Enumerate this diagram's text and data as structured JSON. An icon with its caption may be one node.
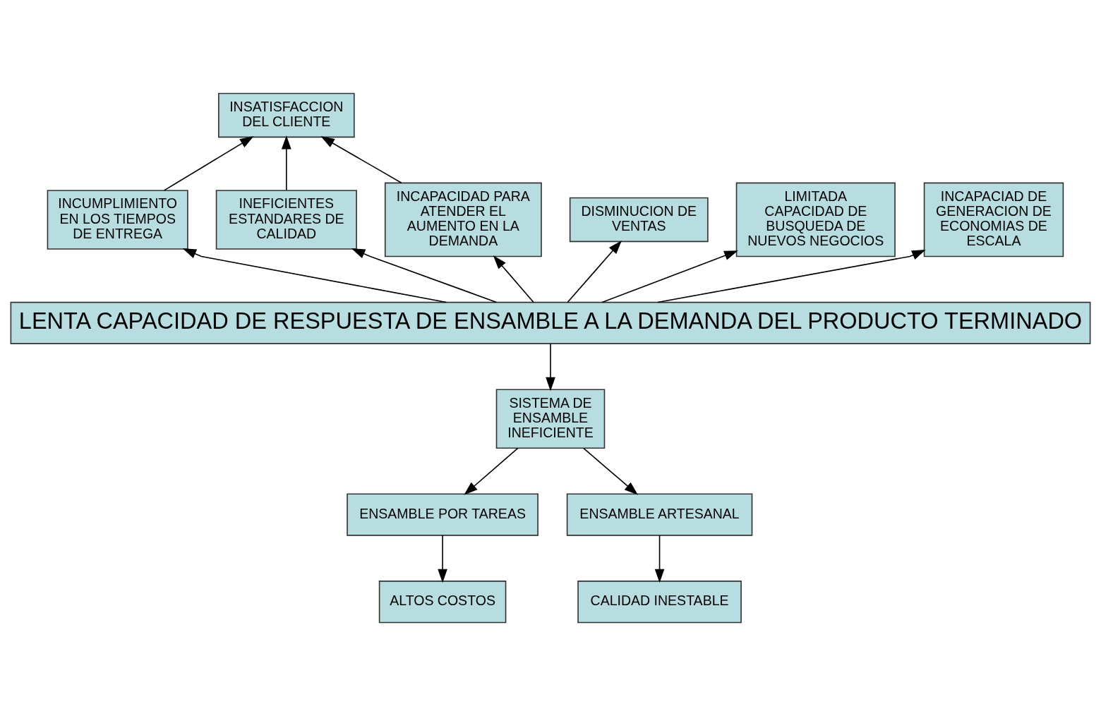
{
  "diagram": {
    "nodes": [
      {
        "text": [
          "INSATISFACCION DEL CLIENTE"
        ]
      },
      {
        "text": [
          "INCUMPLIMIENTO EN LOS TIEMPOS DE ENTREGA"
        ]
      },
      {
        "text": [
          "DISMINUCION DE VENTAS"
        ]
      },
      {
        "text": [
          "INEFICIENTES ESTANDARES DE CALIDAD"
        ]
      },
      {
        "text": [
          "LIMITADA CAPACIDAD DE BUSQUEDA DE NUEVOS NEGOCIOS"
        ]
      },
      {
        "text": [
          "INCAPACIAD DE GENERACION DE ECONOMIAS DE ESCALA"
        ]
      },
      {
        "text": [
          "INCAPACIDAD PARA ATENDER EL AUMENTO EN LA DEMANDA"
        ]
      },
      {
        "text": [
          "LENTA CAPACIDAD DE RESPUESTA DE ENSAMBLE A LA DEMANDA DEL PRODUCTO TERMINADO"
        ]
      },
      {
        "text": [
          "SISTEMA DE ENSAMBLE INEFICIENTE"
        ]
      },
      {
        "text": [
          "ENSAMBLE POR TAREAS"
        ]
      },
      {
        "text": [
          "ENSAMBLE ARTESANAL"
        ]
      },
      {
        "text": [
          "ALTOS COSTOS"
        ]
      },
      {
        "text": [
          "CALIDAD INESTABLE"
        ]
      }
    ],
    "edges": [
      {
        "from": 1,
        "to": 0,
        "arrow": "to"
      },
      {
        "from": 3,
        "to": 0,
        "arrow": "to"
      },
      {
        "from": 6,
        "to": 0,
        "arrow": "to"
      },
      {
        "from": 7,
        "to": 1,
        "arrow": "to"
      },
      {
        "from": 7,
        "to": 2,
        "arrow": "to"
      },
      {
        "from": 7,
        "to": 3,
        "arrow": "to"
      },
      {
        "from": 7,
        "to": 4,
        "arrow": "to"
      },
      {
        "from": 7,
        "to": 5,
        "arrow": "to"
      },
      {
        "from": 7,
        "to": 6,
        "arrow": "to"
      },
      {
        "from": 7,
        "to": 8,
        "arrow": "to"
      },
      {
        "from": 8,
        "to": 9,
        "arrow": "to"
      },
      {
        "from": 8,
        "to": 10,
        "arrow": "to"
      },
      {
        "from": 9,
        "to": 11,
        "arrow": "to"
      },
      {
        "from": 10,
        "to": 12,
        "arrow": "to"
      }
    ]
  }
}
